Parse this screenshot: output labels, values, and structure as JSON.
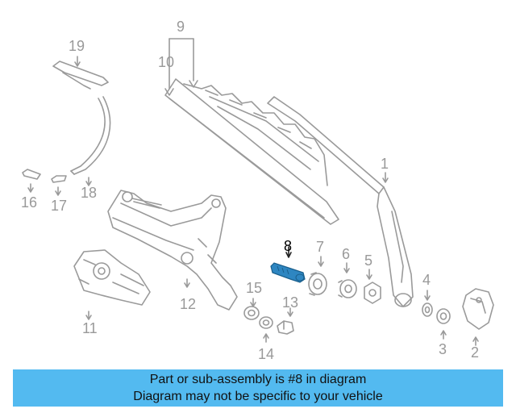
{
  "labels": {
    "p1": "1",
    "p2": "2",
    "p3": "3",
    "p4": "4",
    "p5": "5",
    "p6": "6",
    "p7": "7",
    "p8": "8",
    "p9": "9",
    "p10": "10",
    "p11": "11",
    "p12": "12",
    "p13": "13",
    "p14": "14",
    "p15": "15",
    "p16": "16",
    "p17": "17",
    "p18": "18",
    "p19": "19"
  },
  "highlighted_part": "8",
  "colors": {
    "line": "#9a9a9a",
    "highlight_part": "#2e86c1",
    "caption_background": "#53baf0",
    "label_text": "#999999",
    "highlight_label": "#000000"
  },
  "caption": {
    "line1": "Part or sub-assembly is #8 in diagram",
    "line2": "Diagram may not be specific to your vehicle"
  }
}
